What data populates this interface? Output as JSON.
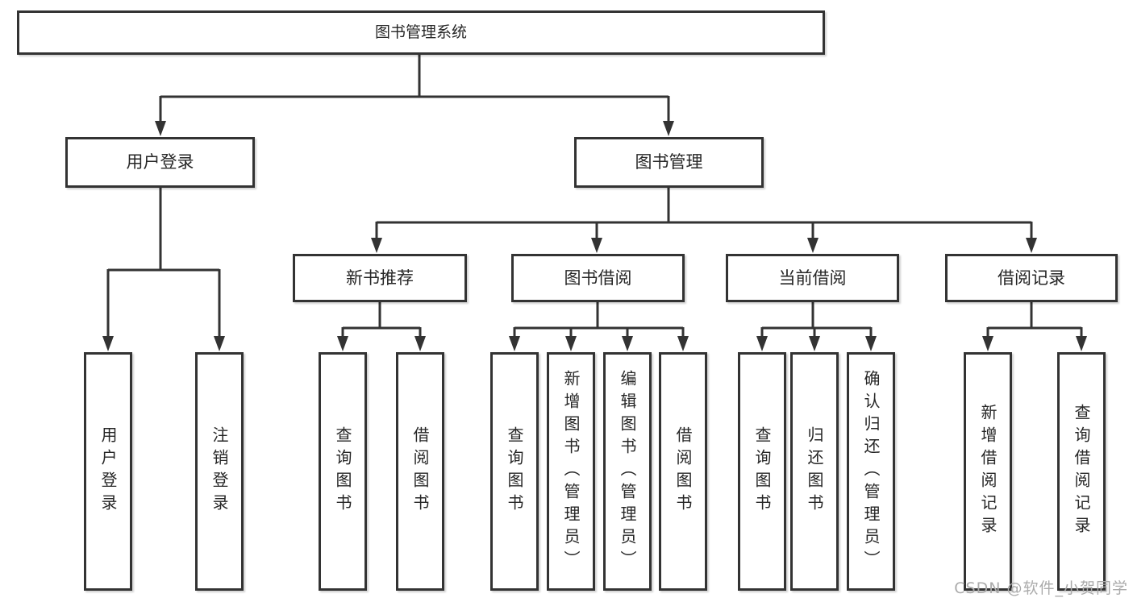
{
  "diagram": {
    "watermark": "CSDN @软件_小贺同学",
    "colors": {
      "line": "#333333",
      "box_border": "#333333",
      "box_fill": "#ffffff",
      "text": "#262626",
      "watermark": "#ababab",
      "background": "#ffffff"
    },
    "nodes": {
      "root": {
        "label": "图书管理系统"
      },
      "user_login": {
        "label": "用户登录"
      },
      "book_manage": {
        "label": "图书管理"
      },
      "leaf_user_login": {
        "label": "用户登录"
      },
      "leaf_logout": {
        "label": "注销登录"
      },
      "new_book_rec": {
        "label": "新书推荐"
      },
      "book_borrow": {
        "label": "图书借阅"
      },
      "current_borrow": {
        "label": "当前借阅"
      },
      "borrow_records": {
        "label": "借阅记录"
      },
      "rec_query_book": {
        "label": "查询图书"
      },
      "rec_borrow_book": {
        "label": "借阅图书"
      },
      "bb_query_book": {
        "label": "查询图书"
      },
      "bb_add_book": {
        "label": "新增图书（管理员）"
      },
      "bb_edit_book": {
        "label": "编辑图书（管理员）"
      },
      "bb_borrow_book": {
        "label": "借阅图书"
      },
      "cb_query_book": {
        "label": "查询图书"
      },
      "cb_return_book": {
        "label": "归还图书"
      },
      "cb_confirm_return": {
        "label": "确认归还（管理员）"
      },
      "br_add_record": {
        "label": "新增借阅记录"
      },
      "br_query_record": {
        "label": "查询借阅记录"
      }
    },
    "hierarchy": {
      "图书管理系统": {
        "用户登录": [
          "用户登录",
          "注销登录"
        ],
        "图书管理": {
          "新书推荐": [
            "查询图书",
            "借阅图书"
          ],
          "图书借阅": [
            "查询图书",
            "新增图书（管理员）",
            "编辑图书（管理员）",
            "借阅图书"
          ],
          "当前借阅": [
            "查询图书",
            "归还图书",
            "确认归还（管理员）"
          ],
          "借阅记录": [
            "新增借阅记录",
            "查询借阅记录"
          ]
        }
      }
    }
  }
}
